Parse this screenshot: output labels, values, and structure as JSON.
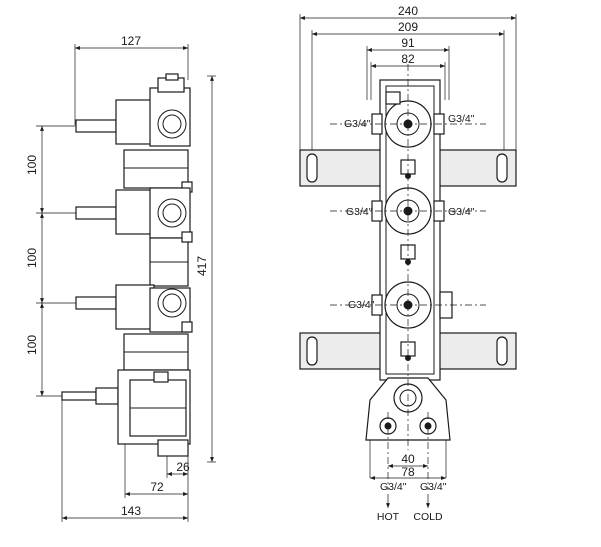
{
  "side_view": {
    "dims": {
      "depth_top": "127",
      "pitch_1": "100",
      "pitch_2": "100",
      "pitch_3": "100",
      "height": "417",
      "inlet_offset": "26",
      "body_depth": "72",
      "total_depth": "143"
    }
  },
  "front_view": {
    "dims": {
      "width_total": "240",
      "width_fixing": "209",
      "width_body": "91",
      "width_ports": "82",
      "inlet_spacing_inner": "40",
      "inlet_spacing_outer": "78"
    },
    "port_labels": {
      "top_left": "G3/4\"",
      "top_right": "G3/4\"",
      "mid_left": "G3/4\"",
      "mid_right": "G3/4\"",
      "bottom_left": "G3/4\""
    },
    "inlets": {
      "hot_size": "G3/4\"",
      "cold_size": "G3/4\"",
      "hot_label": "HOT",
      "cold_label": "COLD"
    }
  }
}
